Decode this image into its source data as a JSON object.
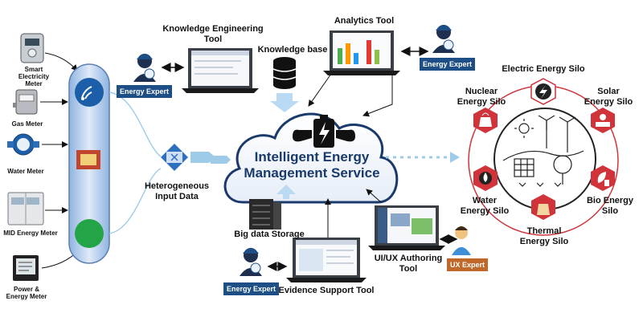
{
  "meters": [
    {
      "label": "Smart\nElectricity\nMeter",
      "icon": "smart-meter-icon"
    },
    {
      "label": "Gas Meter",
      "icon": "gas-meter-icon"
    },
    {
      "label": "Water Meter",
      "icon": "water-meter-icon"
    },
    {
      "label": "MID Energy Meter",
      "icon": "mid-meter-icon"
    },
    {
      "label": "Power &\nEnergy Meter",
      "icon": "power-meter-icon"
    }
  ],
  "input_data": {
    "label": "Heterogeneous\nInput Data"
  },
  "tools": {
    "knowledge_engineering": "Knowledge Engineering\nTool",
    "knowledge_base": "Knowledge base",
    "analytics": "Analytics Tool",
    "big_data": "Big data Storage",
    "evidence_support": "Evidence Support Tool",
    "ui_ux": "UI/UX Authoring\nTool"
  },
  "experts": {
    "energy": "Energy Expert",
    "ux": "UX Expert"
  },
  "cloud": {
    "label": "Intelligent Energy\nManagement Service"
  },
  "silos": {
    "electric": "Electric Energy Silo",
    "nuclear": "Nuclear\nEnergy Silo",
    "solar": "Solar\nEnergy Silo",
    "water": "Water\nEnergy Silo",
    "bio": "Bio Energy\nSilo",
    "thermal": "Thermal\nEnergy Silo"
  },
  "colors": {
    "navy": "#1d4f86",
    "ux_orange": "#c0682a",
    "silo_red": "#d0333a",
    "cloud_stroke": "#1a3a6b",
    "arrow_blue": "#9ecbe8"
  }
}
